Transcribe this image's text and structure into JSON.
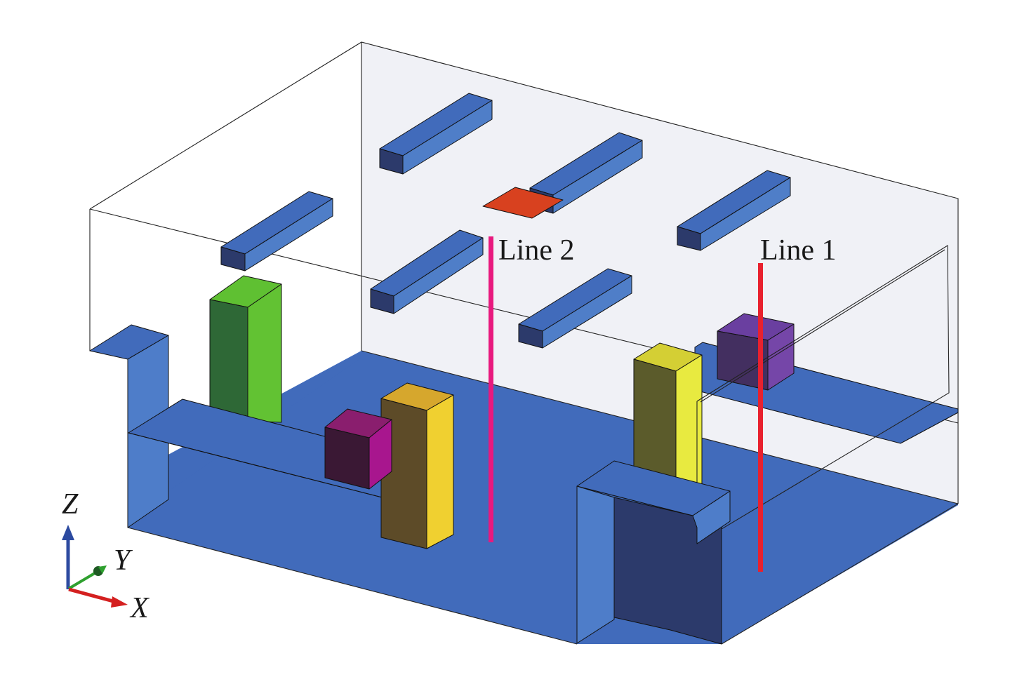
{
  "diagram": {
    "description": "3D room model (CFD geometry) with ceiling ducts, equipment blocks, tables and two vertical measurement lines",
    "labels": {
      "line1": "Line 1",
      "line2": "Line 2"
    },
    "axes": {
      "x": "X",
      "y": "Y",
      "z": "Z"
    },
    "colors": {
      "floor": "#416bbb",
      "wall_back": "#f0f1f6",
      "duct_top": "#416bbb",
      "duct_side": "#4f7ec8",
      "duct_end": "#2c3a6b",
      "inlet_plate": "#d8411f",
      "line1": "#e8212e",
      "line2": "#e8197e",
      "green_block_front": "#2e6836",
      "green_block_side": "#62c233",
      "magenta_cube_front": "#3a1834",
      "magenta_cube_side": "#a8168e",
      "magenta_cube_top": "#8a1e6e",
      "gold_block_front": "#5d4b28",
      "gold_block_side": "#f0d030",
      "gold_block_top": "#d6a72d",
      "olive_block_front": "#5b5b2b",
      "olive_block_side": "#e8ea40",
      "olive_block_top": "#d4cf34",
      "purple_cube_front": "#432f60",
      "purple_cube_side": "#7546a8",
      "purple_cube_top": "#6a3fa0",
      "pillar_light": "#4e7dc9",
      "pillar_dark": "#2c3a6b",
      "axis_x": "#d42020",
      "axis_y": "#2fa02f",
      "axis_z": "#2c4aa0"
    }
  }
}
